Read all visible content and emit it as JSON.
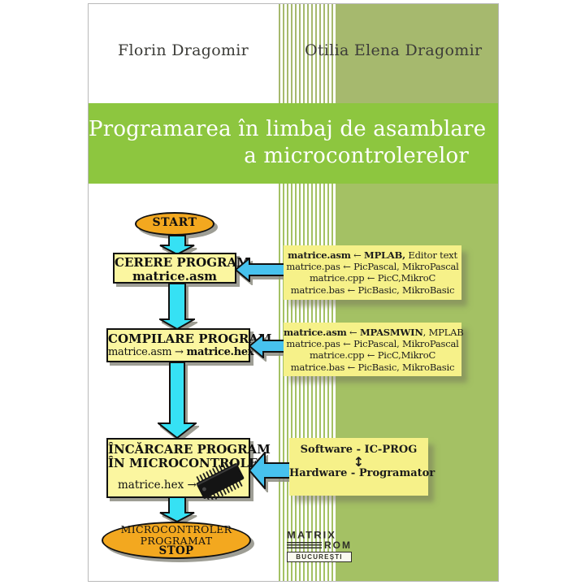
{
  "authors": {
    "left": "Florin Dragomir",
    "right": "Otilia Elena Dragomir"
  },
  "title": {
    "line1": "Programarea în limbaj de asamblare",
    "line2": "a microcontrolerelor"
  },
  "flowchart": {
    "start_label": "START",
    "box1_line1": "CERERE PROGRAM",
    "box1_line2": "matrice.asm",
    "box2_line1": "COMPILARE PROGRAM",
    "box2_line2_normal": "matrice.asm → ",
    "box2_line2_bold": "matrice.hex",
    "box3_line1": "ÎNCĂRCARE PROGRAM",
    "box3_line2": "ÎN MICROCONTROLER",
    "box3_line3": "matrice.hex →",
    "chip_icon": "dip-microcontroller-chip",
    "end_line1": "MICROCONTROLER",
    "end_line2": "PROGRAMAT",
    "end_line3": "STOP"
  },
  "notes": {
    "note1": {
      "l1_bold1": "matrice.asm",
      "l1_sep": " ← ",
      "l1_bold2": "MPLAB,",
      "l1_rest": " Editor text",
      "l2": "matrice.pas ← PicPascal, MikroPascal",
      "l3": "matrice.cpp ← PicC,MikroC",
      "l4": "matrice.bas ← PicBasic, MikroBasic"
    },
    "note2": {
      "l1_bold1": "matrice.asm",
      "l1_sep": " ← ",
      "l1_bold2": "MPASMWIN",
      "l1_rest": ", MPLAB",
      "l2": "matrice.pas ← PicPascal, MikroPascal",
      "l3": "matrice.cpp ← PicC,MikroC",
      "l4": "matrice.bas ← PicBasic, MikroBasic"
    },
    "note3": {
      "l1": "Software - IC-PROG",
      "arrow": "↕",
      "l2": "Hardware - Programator"
    }
  },
  "publisher": {
    "line1": "MATRIX",
    "line2": "ROM",
    "line3": "BUCUREŞTI"
  },
  "colors": {
    "banner": "#8dc63f",
    "olive": "#a6b96e",
    "green": "#a4c164",
    "box": "#fbf6a0",
    "note": "#f6f189",
    "orange": "#f3a81f",
    "cyan": "#36e1f4",
    "cyanh": "#47c2ee"
  }
}
